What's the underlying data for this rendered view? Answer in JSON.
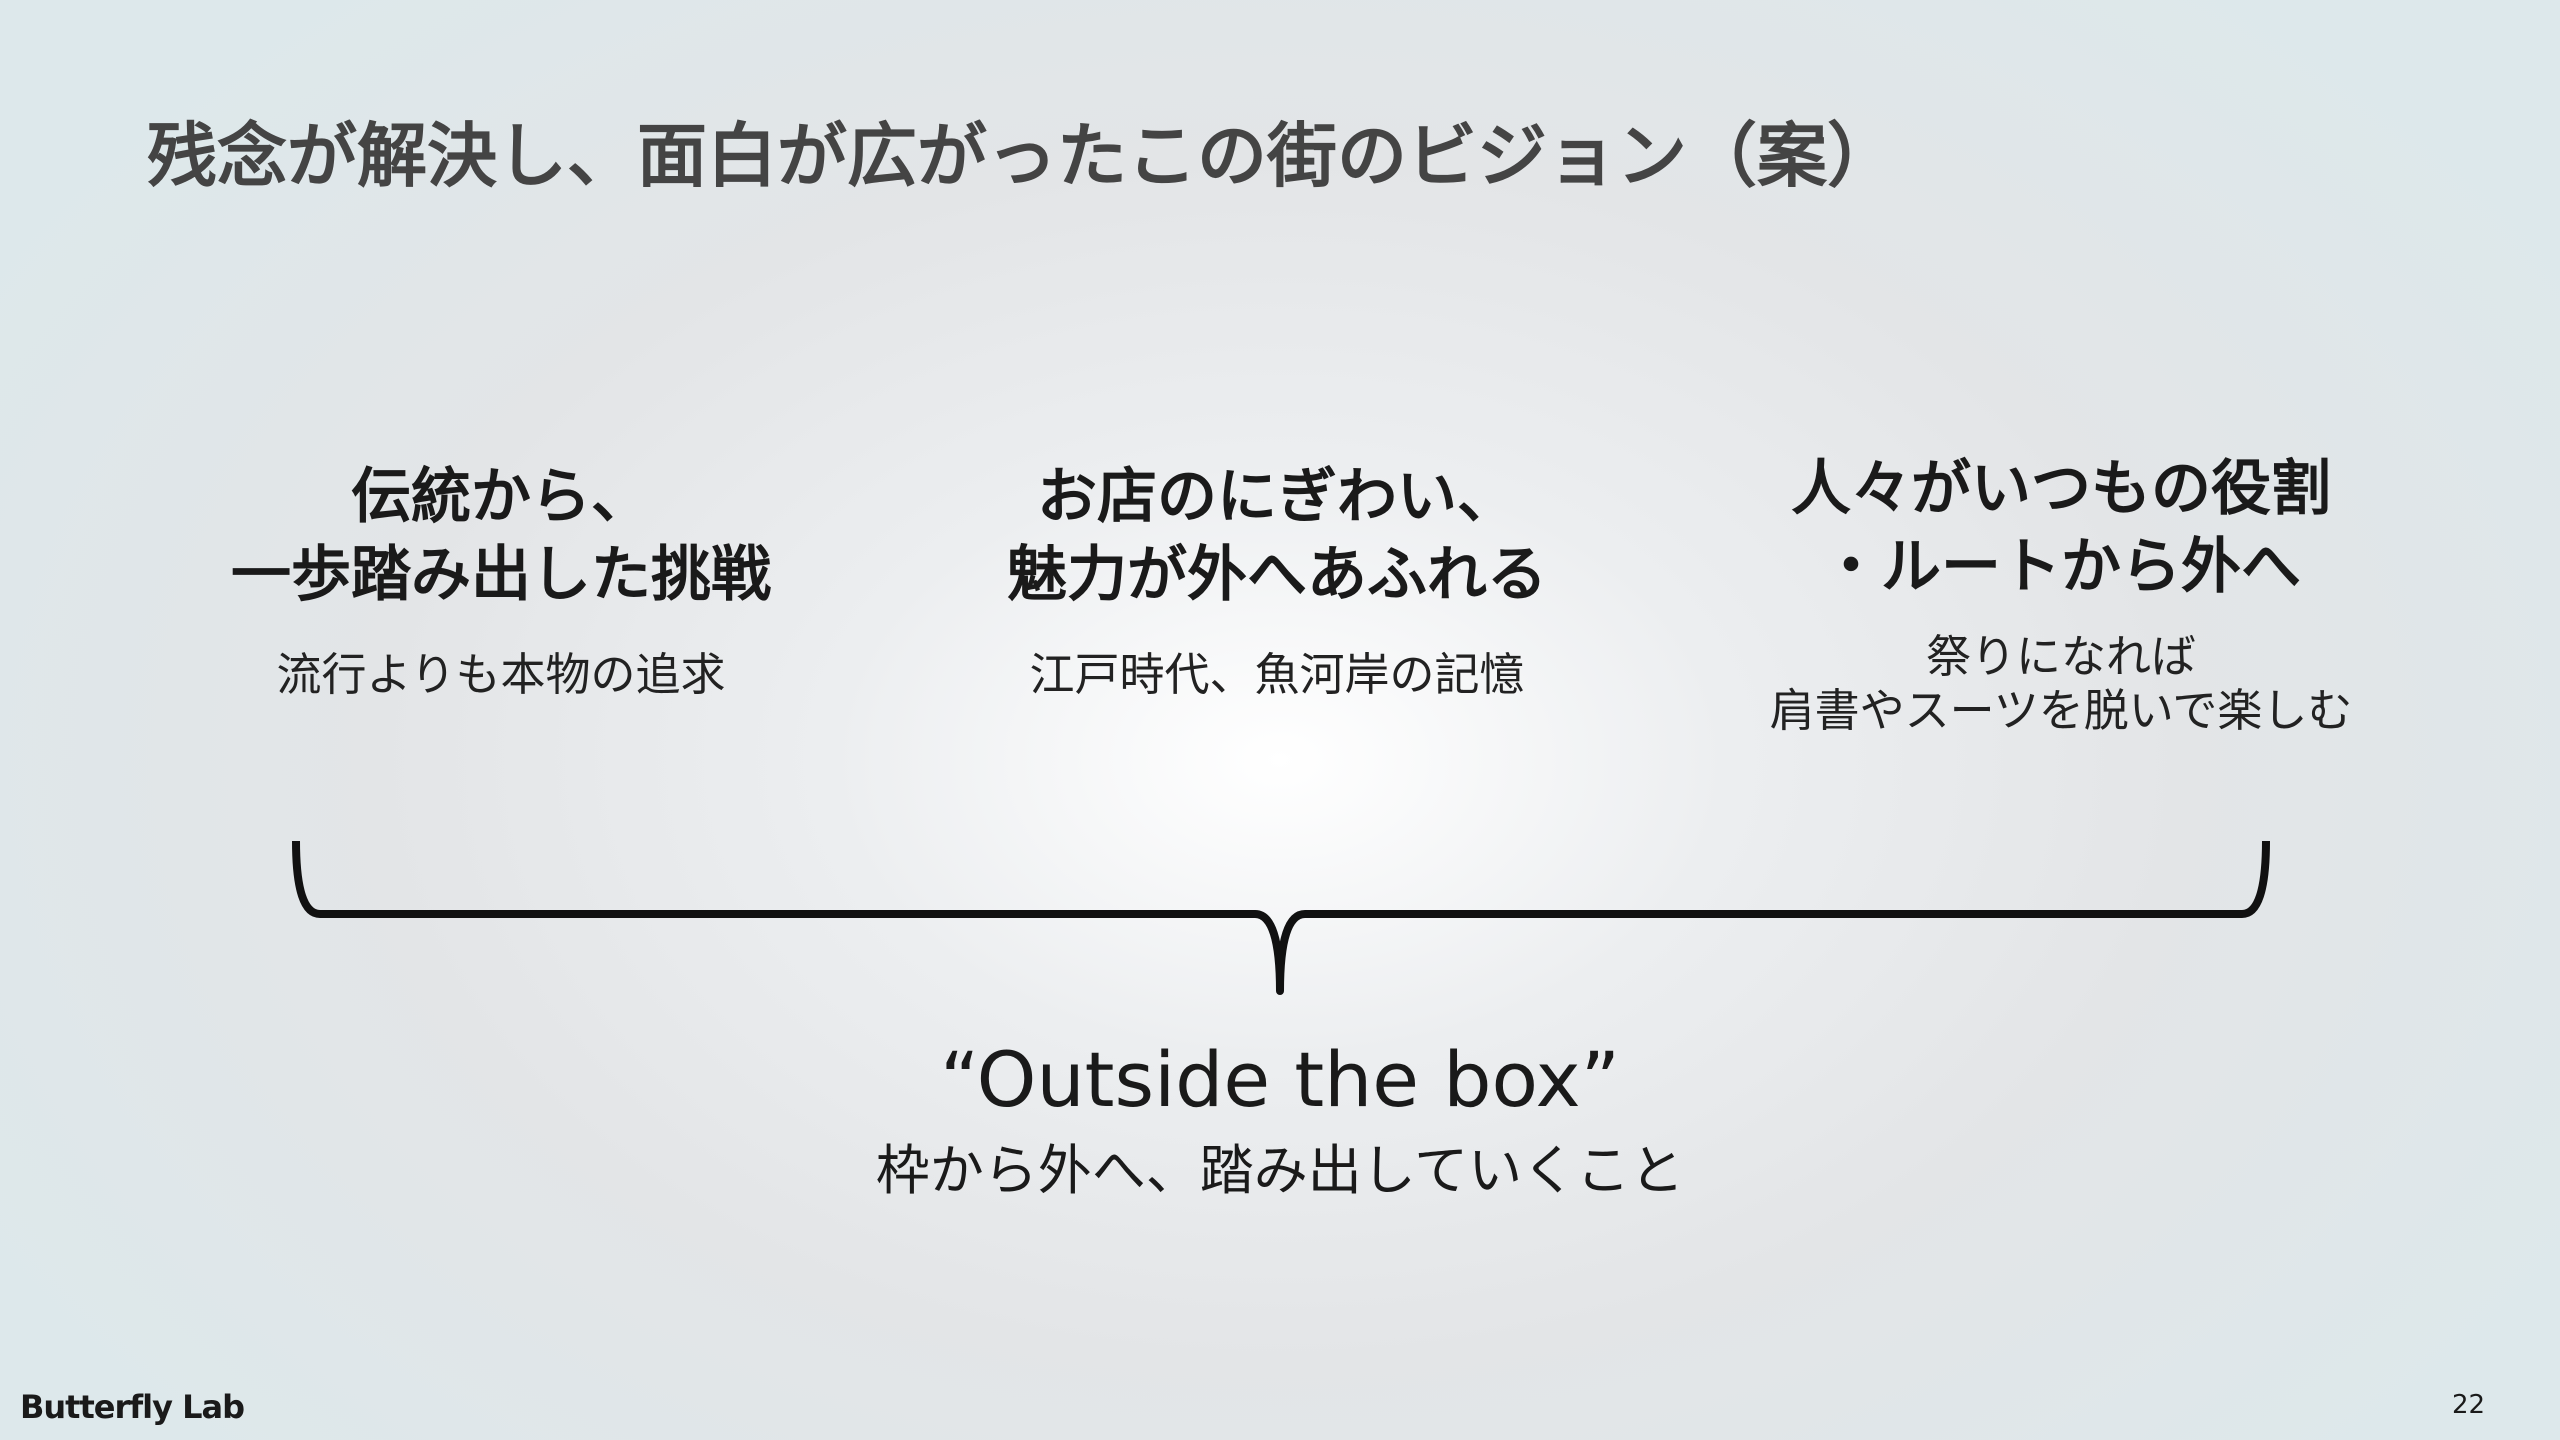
{
  "title": "残念が解決し、面白が広がったこの街のビジョン（案）",
  "columns": [
    {
      "heading": [
        "伝統から、",
        "一歩踏み出した挑戦"
      ],
      "sub": [
        "流行よりも本物の追求"
      ]
    },
    {
      "heading": [
        "お店のにぎわい、",
        "魅力が外へあふれる"
      ],
      "sub": [
        "江戸時代、魚河岸の記憶"
      ]
    },
    {
      "heading": [
        "人々がいつもの役割",
        "・ルートから外へ"
      ],
      "sub": [
        "祭りになれば",
        "肩書やスーツを脱いで楽しむ"
      ]
    }
  ],
  "summary": {
    "quote": "“Outside the box”",
    "sub": "枠から外へ、踏み出していくこと"
  },
  "footer": {
    "brand": "Butterfly Lab",
    "page": "22"
  }
}
